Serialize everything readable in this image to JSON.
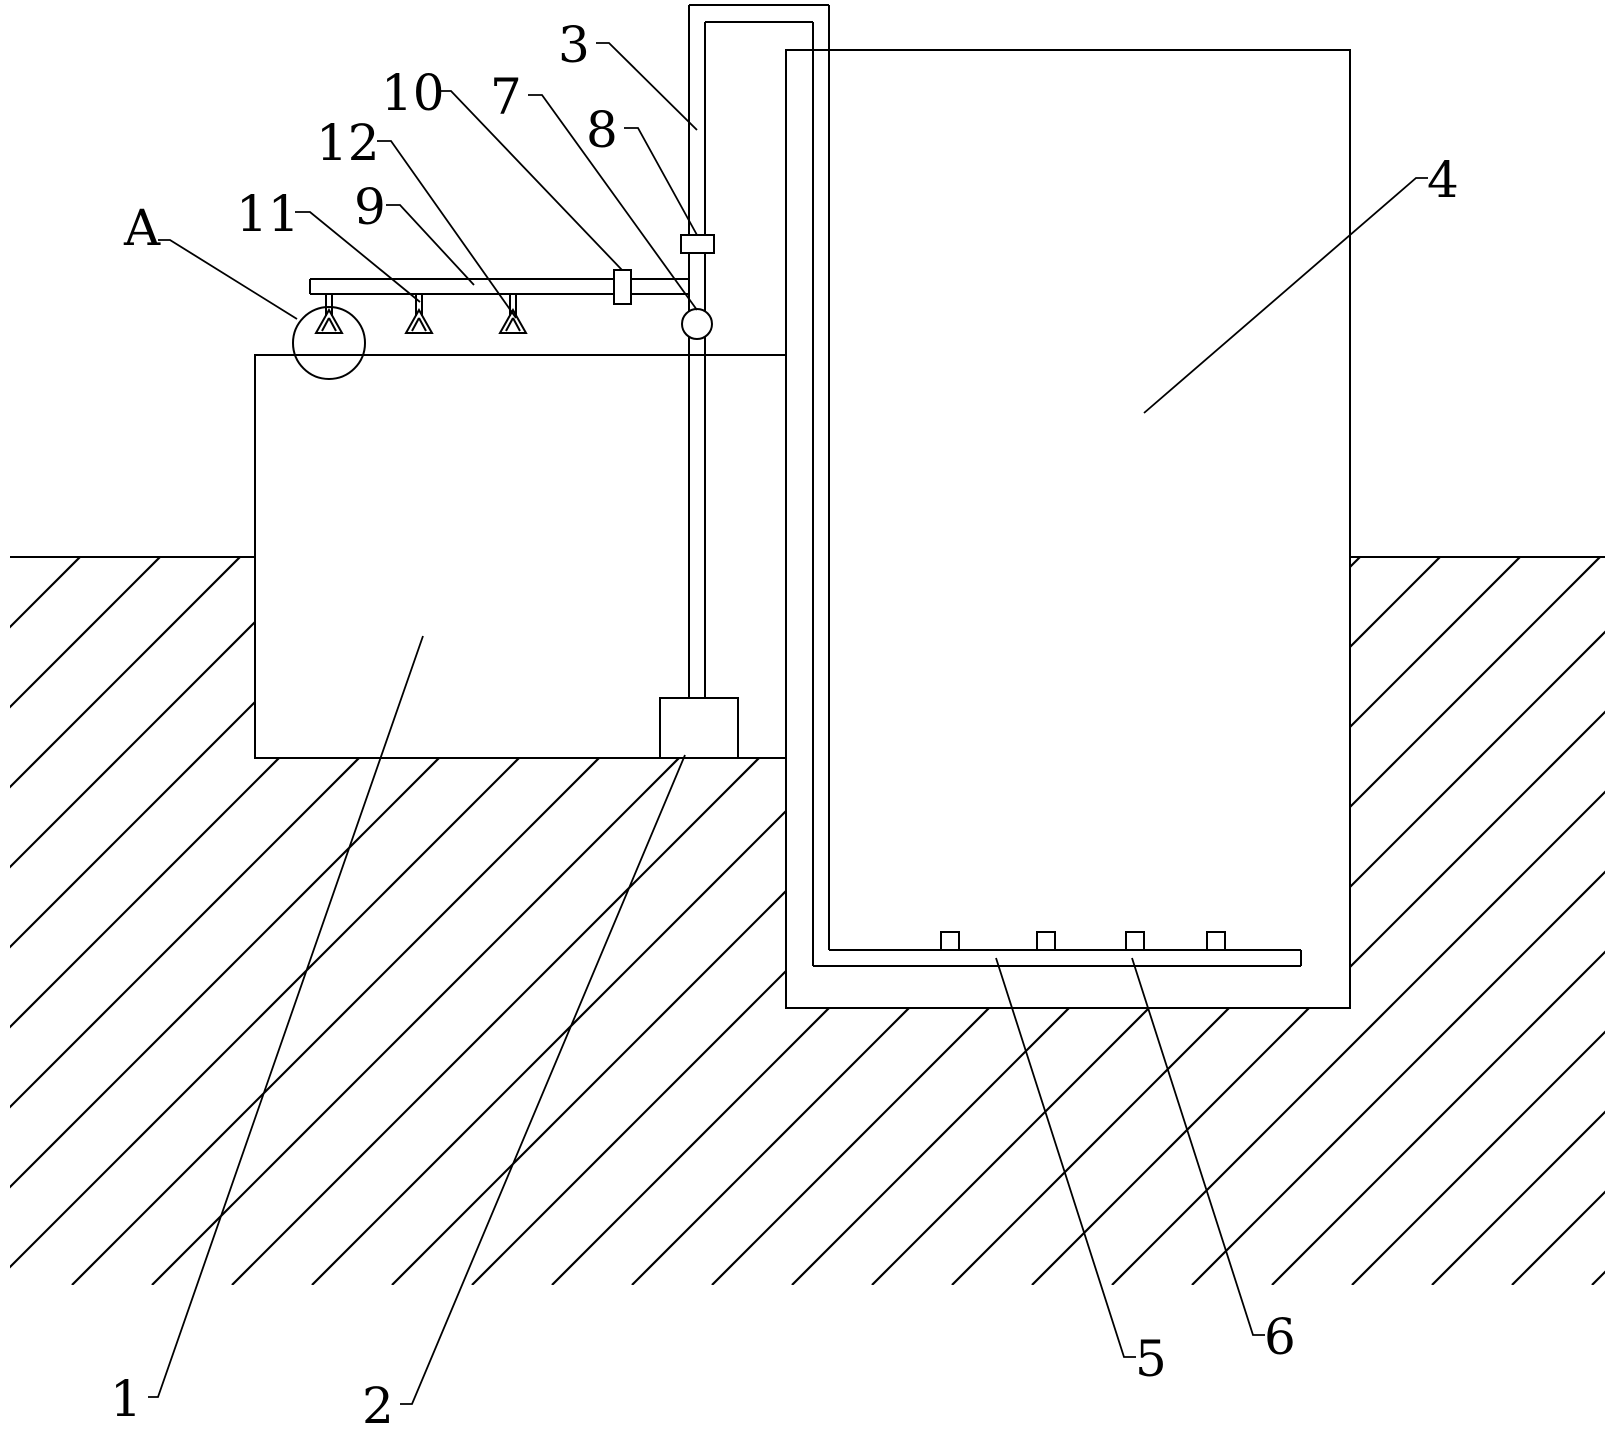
{
  "labels": {
    "a": "A",
    "l1": "1",
    "l2": "2",
    "l3": "3",
    "l4": "4",
    "l5": "5",
    "l6": "6",
    "l7": "7",
    "l8": "8",
    "l9": "9",
    "l10": "10",
    "l11": "11",
    "l12": "12"
  },
  "colors": {
    "line": "#000000",
    "background": "#ffffff"
  }
}
